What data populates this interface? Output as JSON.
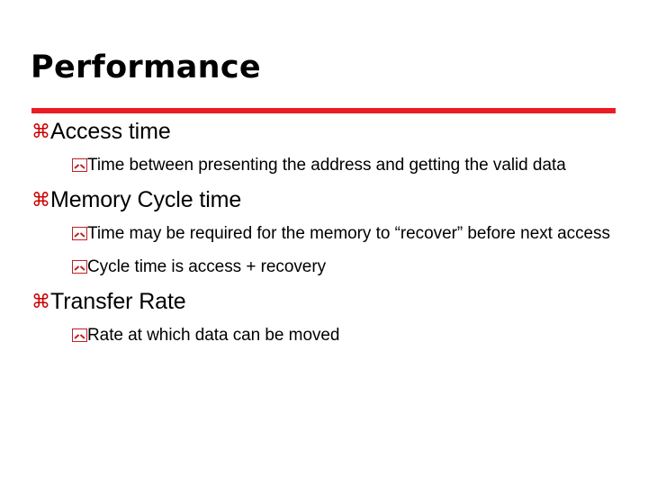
{
  "slide": {
    "title": "Performance",
    "accent_color": "#ED1C24",
    "bullet_level1_color": "#CC0000",
    "bullet_level2_color": "#C02020",
    "text_color": "#000000",
    "background_color": "#FFFFFF",
    "bullet_level1_glyph": "⌘",
    "bullet_level1_icon": "looped-square-bullet-icon",
    "bullet_level2_icon": "boxed-up-arrowhead-bullet-icon"
  },
  "outline": [
    {
      "level": 1,
      "text": "Access time"
    },
    {
      "level": 2,
      "text": "Time between presenting the address and getting the valid data"
    },
    {
      "level": 1,
      "text": "Memory Cycle time"
    },
    {
      "level": 2,
      "text": "Time may be required for the memory to “recover” before next access"
    },
    {
      "level": 2,
      "text": "Cycle time is access + recovery"
    },
    {
      "level": 1,
      "text": "Transfer Rate"
    },
    {
      "level": 2,
      "text": "Rate at which data can be moved"
    }
  ]
}
